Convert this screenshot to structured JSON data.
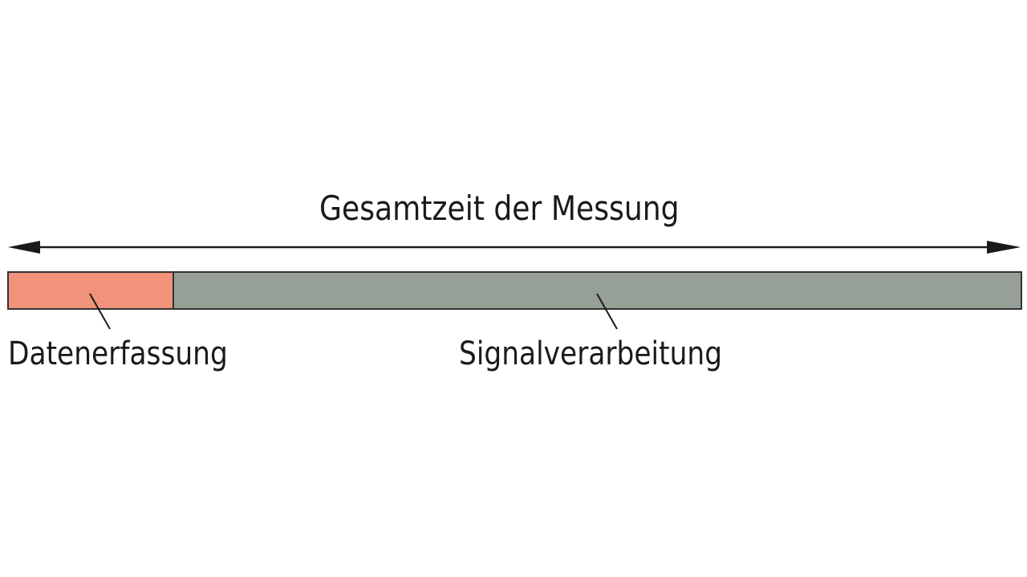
{
  "title": "Gesamtzeit der Messung",
  "segments": [
    {
      "label": "Datenerfassung",
      "color": "#f0937a"
    },
    {
      "label": "Signalverarbeitung",
      "color": "#97a096"
    }
  ],
  "colors": {
    "arrow": "#1a1a1a",
    "border": "#333333"
  }
}
